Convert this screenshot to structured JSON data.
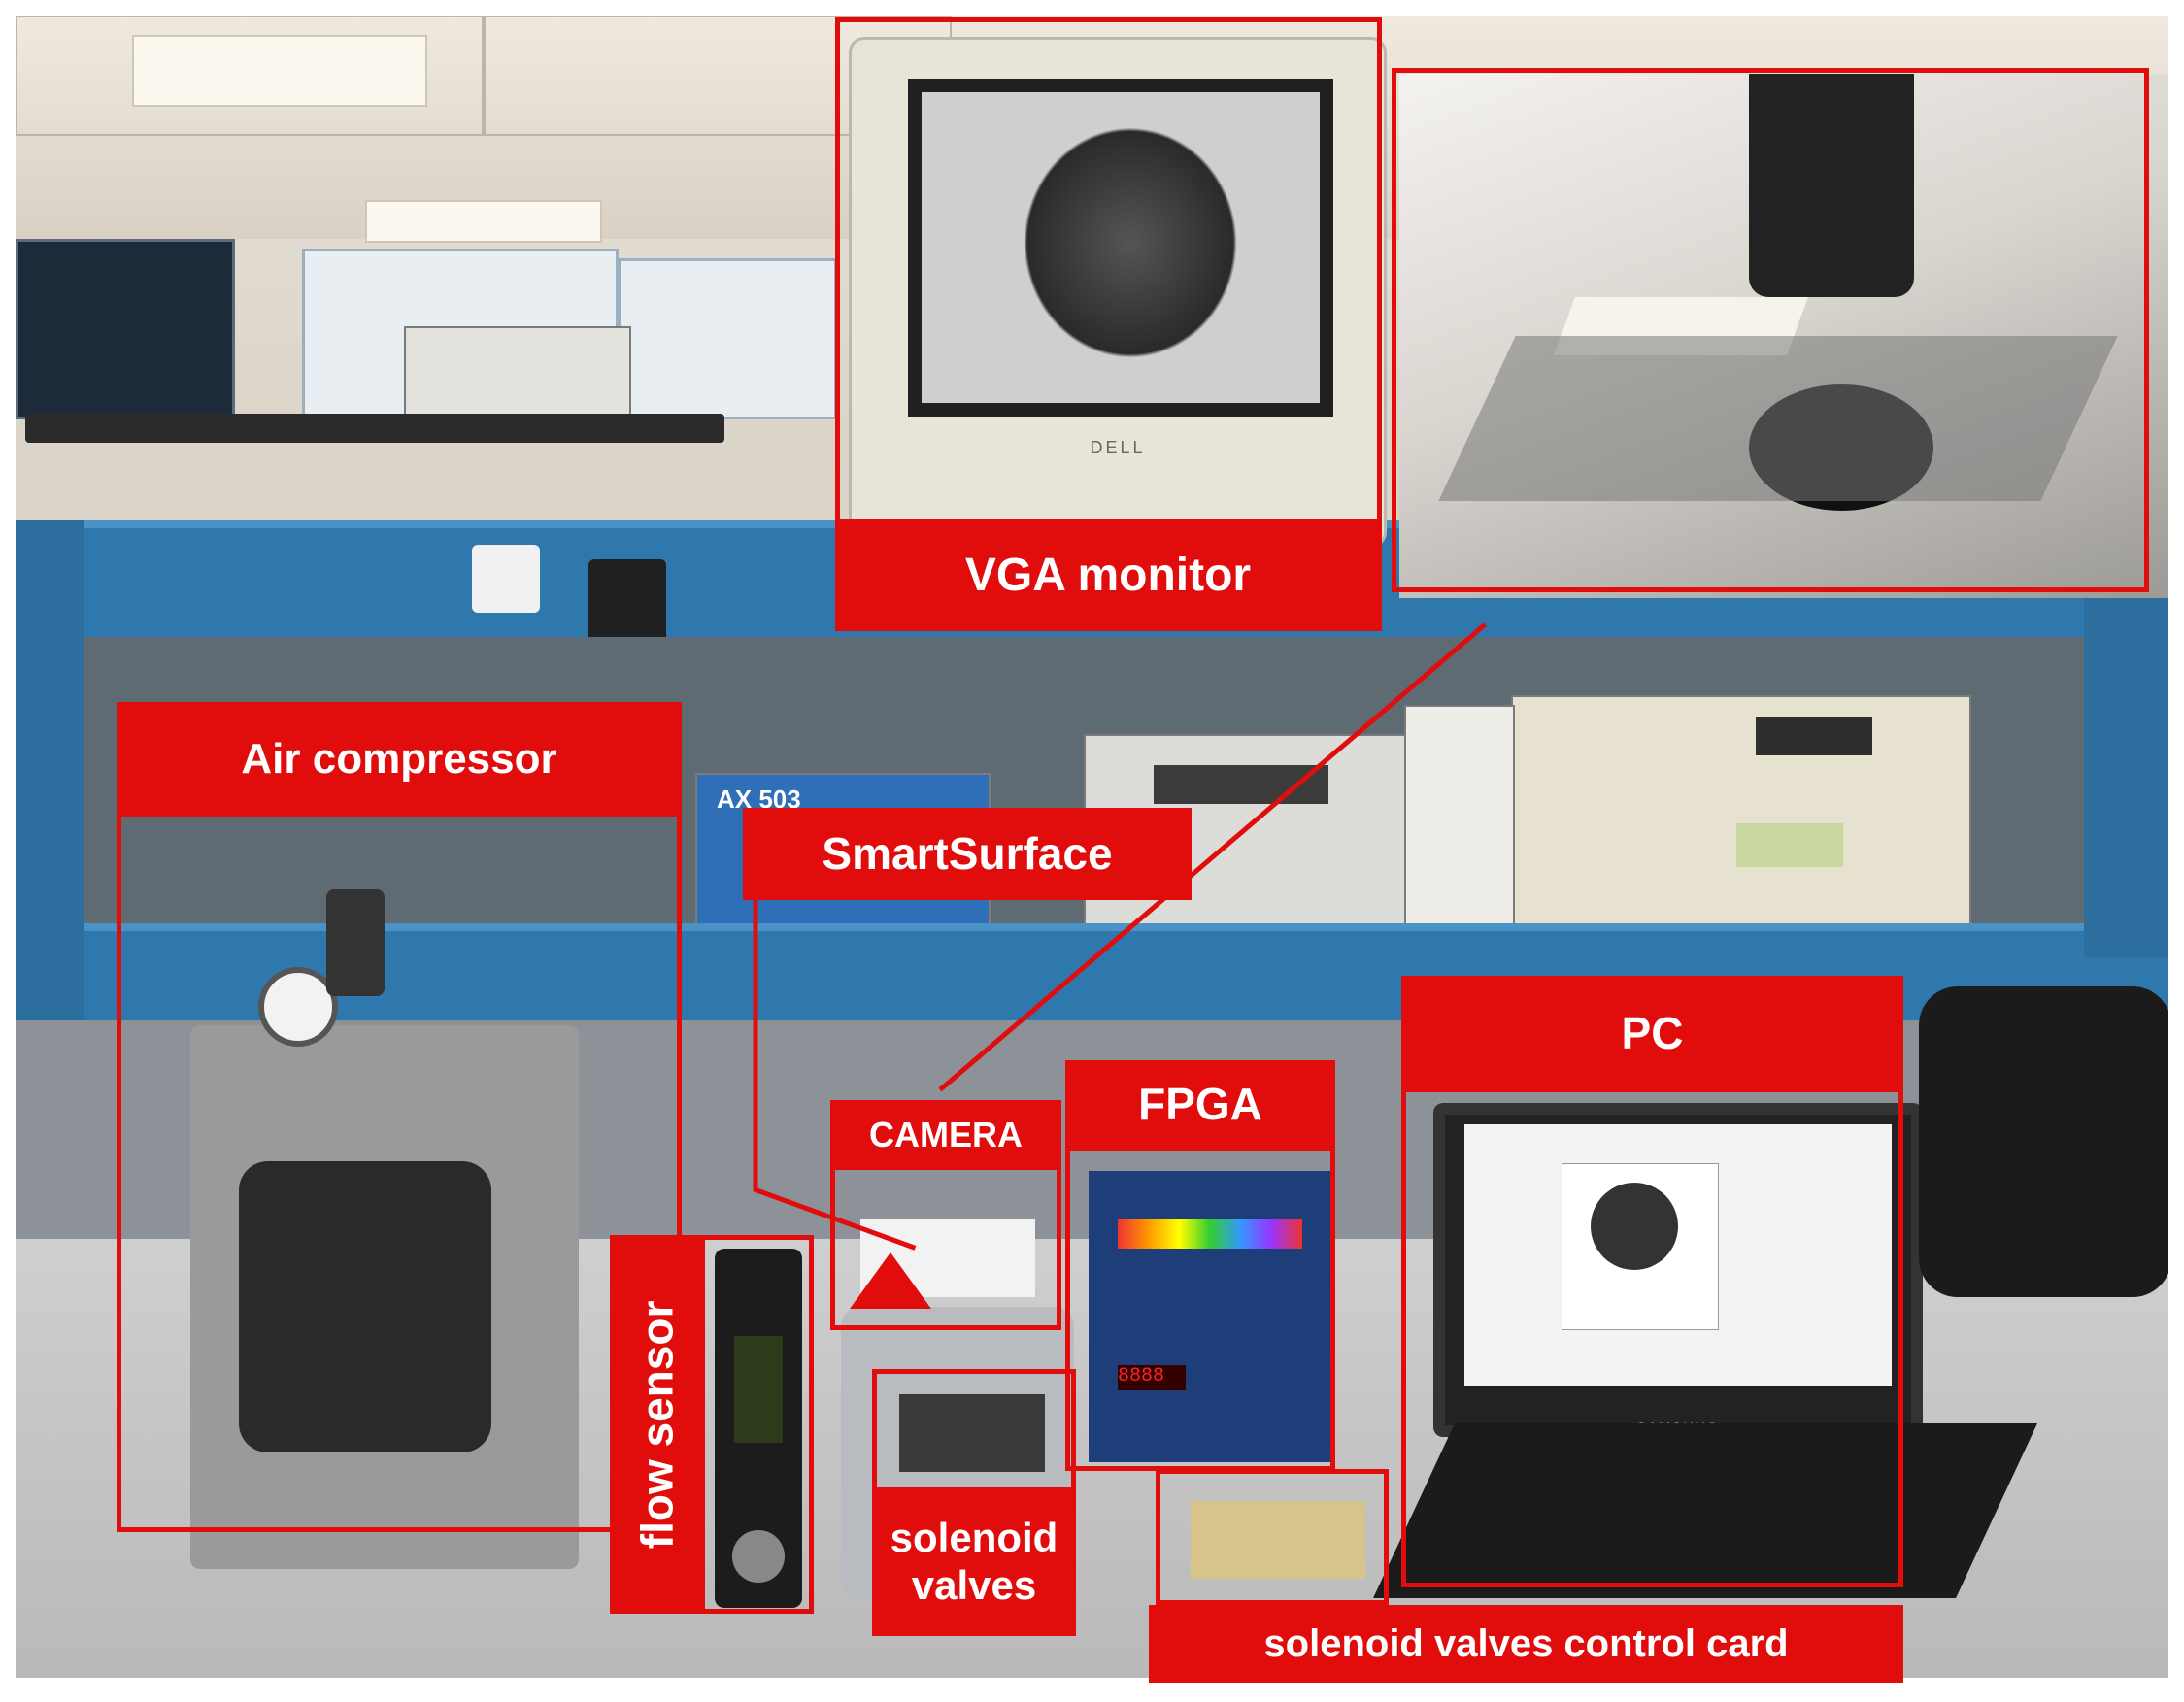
{
  "labels": {
    "vga_monitor": "VGA monitor",
    "air_compressor": "Air compressor",
    "smartsurface": "SmartSurface",
    "pc": "PC",
    "fpga": "FPGA",
    "camera": "CAMERA",
    "flow_sensor": "flow sensor",
    "solenoid_valves": "solenoid valves",
    "control_card": "solenoid valves control card"
  },
  "device_brands": {
    "monitor": "DELL",
    "laptop": "SAMSUNG",
    "power_supply": "AX 503"
  },
  "colors": {
    "annotation_red": "#e10d0d",
    "shelf_blue": "#2f78ad",
    "label_text": "#ffffff"
  }
}
